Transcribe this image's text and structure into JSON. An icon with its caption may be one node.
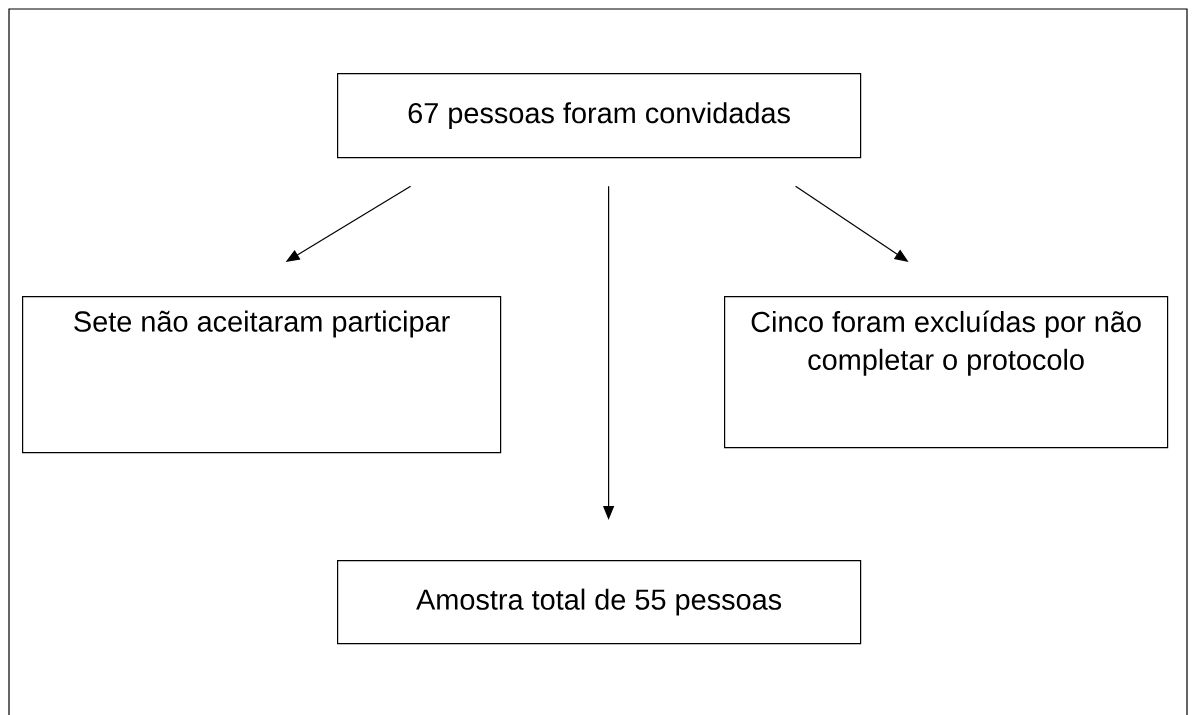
{
  "diagram": {
    "nodes": [
      {
        "text": [
          "67 pessoas foram convidadas"
        ]
      },
      {
        "text": [
          "Sete não aceitaram participar"
        ]
      },
      {
        "text": [
          "Cinco foram excluídas por não completar o protocolo"
        ]
      },
      {
        "text": [
          "Amostra total de 55 pessoas"
        ]
      }
    ],
    "edges": [
      {
        "from": 0,
        "to": 1,
        "arrow": "to"
      },
      {
        "from": 0,
        "to": 3,
        "arrow": "to"
      },
      {
        "from": 0,
        "to": 2,
        "arrow": "to"
      }
    ]
  }
}
